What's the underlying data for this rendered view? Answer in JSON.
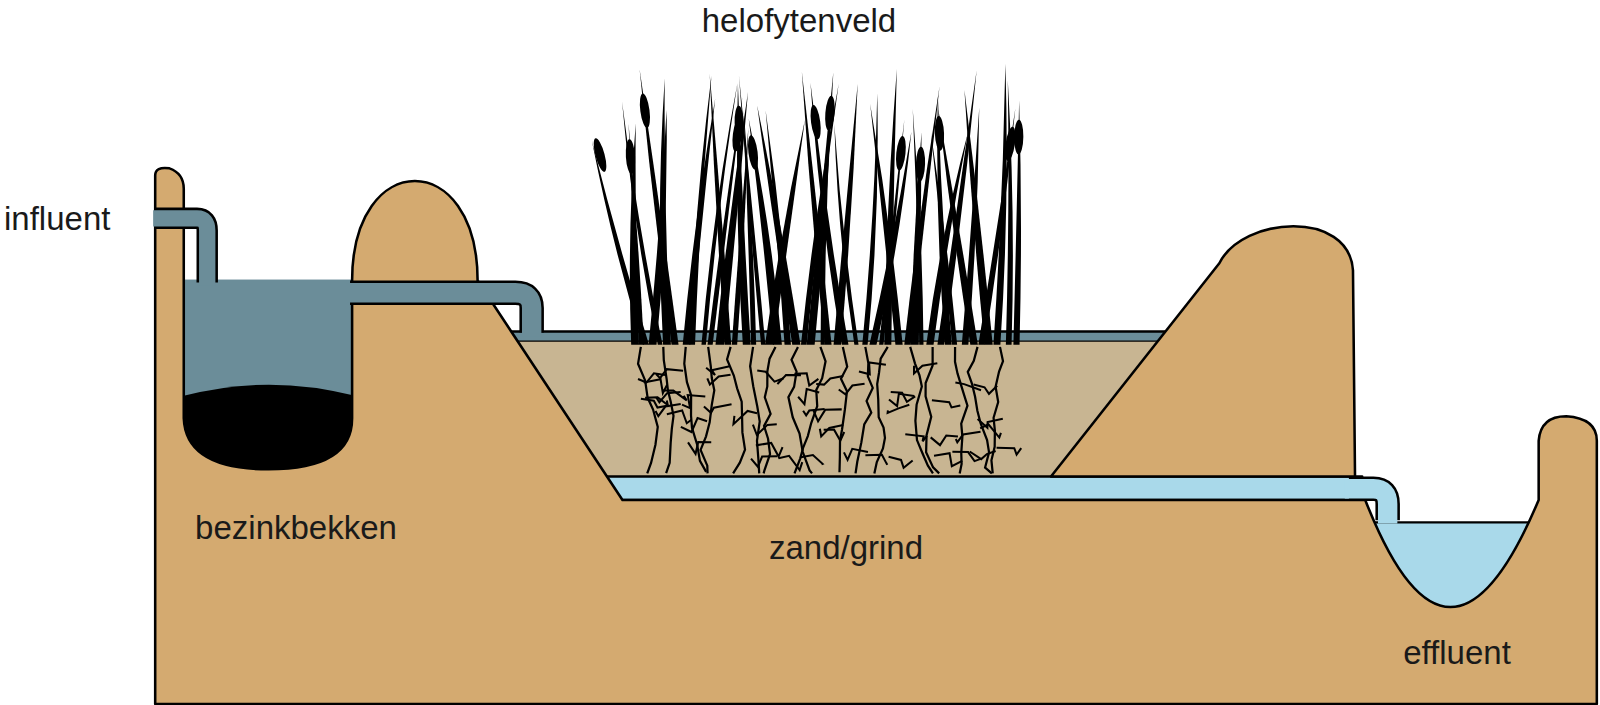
{
  "diagram": {
    "labels": [
      "helofytenveld",
      "influent",
      "bezinkbekken",
      "zand/grind",
      "effluent"
    ]
  }
}
